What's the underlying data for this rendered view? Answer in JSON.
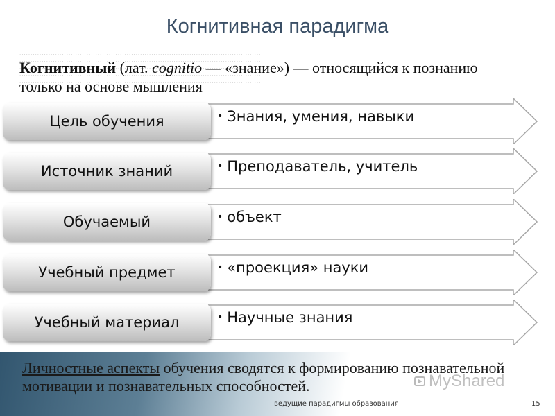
{
  "title": "Когнитивная парадигма",
  "definition": {
    "term": "Когнитивный",
    "lat_prefix": "лат.",
    "latin": "cognitio",
    "rest": "— «знание») — относящийся к познанию только на основе мышления"
  },
  "rows": [
    {
      "label": "Цель обучения",
      "value": "Знания, умения, навыки"
    },
    {
      "label": "Источник знаний",
      "value": "Преподаватель, учитель"
    },
    {
      "label": "Обучаемый",
      "value": "объект"
    },
    {
      "label": "Учебный предмет",
      "value": "«проекция» науки"
    },
    {
      "label": "Учебный материал",
      "value": "Научные знания"
    }
  ],
  "footer": {
    "underlined": "Личностные аспекты",
    "rest": "обучения сводятся к формированию познавательной мотивации и познавательных способностей."
  },
  "caption": "ведущие парадигмы образования",
  "page_number": "15",
  "brand": "MyShared",
  "colors": {
    "title": "#3a4f66",
    "footer_band": "#32566f",
    "arrow_fill": "#ffffff",
    "arrow_stroke": "#a8a8a8"
  }
}
